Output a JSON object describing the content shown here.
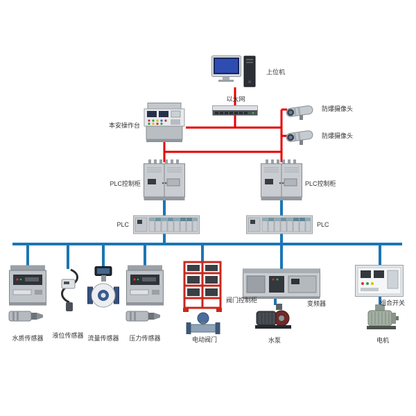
{
  "colors": {
    "network_line": "#e60000",
    "field_bus": "#1b76b4"
  },
  "nodes": {
    "host": {
      "label": "上位机"
    },
    "ethernet": {
      "label": "以太网"
    },
    "console": {
      "label": "本安操作台"
    },
    "camera_top": {
      "label": "防爆摄像头"
    },
    "camera_bottom": {
      "label": "防爆摄像头"
    },
    "plc_cabinet_left": {
      "label": "PLC控制柜"
    },
    "plc_cabinet_right": {
      "label": "PLC控制柜"
    },
    "plc_left": {
      "label": "PLC"
    },
    "plc_right": {
      "label": "PLC"
    },
    "water_quality_sensor": {
      "label": "水质传感器"
    },
    "level_sensor": {
      "label": "液位传感器"
    },
    "flow_sensor": {
      "label": "流量传感器"
    },
    "pressure_sensor": {
      "label": "压力传感器"
    },
    "valve_control_cabinet": {
      "label": "阀门控制柜"
    },
    "electric_valve": {
      "label": "电动阀门"
    },
    "vfd": {
      "label": "变频器"
    },
    "pump": {
      "label": "水泵"
    },
    "combination_switch": {
      "label": "组合开关"
    },
    "motor": {
      "label": "电机"
    }
  }
}
